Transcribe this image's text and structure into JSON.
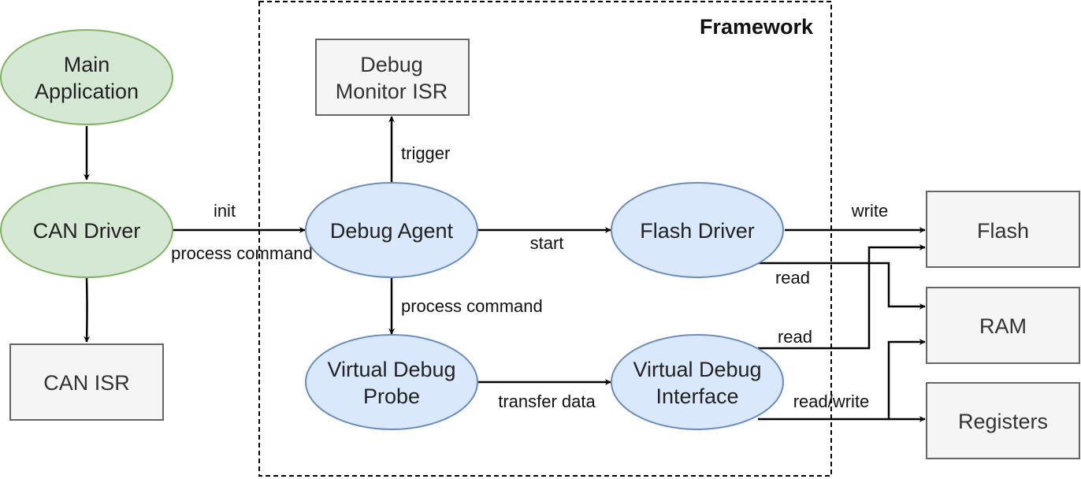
{
  "framework": {
    "title": "Framework"
  },
  "nodes": {
    "main_application": {
      "line1": "Main",
      "line2": "Application"
    },
    "can_driver": {
      "label": "CAN Driver"
    },
    "can_isr": {
      "label": "CAN ISR"
    },
    "debug_agent": {
      "label": "Debug Agent"
    },
    "debug_monitor_isr": {
      "line1": "Debug",
      "line2": "Monitor ISR"
    },
    "virtual_debug_probe": {
      "line1": "Virtual Debug",
      "line2": "Probe"
    },
    "flash_driver": {
      "label": "Flash Driver"
    },
    "virtual_debug_interface": {
      "line1": "Virtual Debug",
      "line2": "Interface"
    },
    "flash": {
      "label": "Flash"
    },
    "ram": {
      "label": "RAM"
    },
    "registers": {
      "label": "Registers"
    }
  },
  "edges": {
    "init": "init",
    "process_command_1": "process command",
    "trigger": "trigger",
    "start": "start",
    "process_command_2": "process command",
    "transfer_data": "transfer data",
    "write": "write",
    "read_flash_driver": "read",
    "read_interface": "read",
    "read_write": "read/write"
  },
  "colors": {
    "green_fill": "#d5e8d4",
    "green_stroke": "#82b366",
    "blue_fill": "#dae8fc",
    "blue_stroke": "#6c8ebf",
    "grey_fill": "#f5f5f5",
    "grey_stroke": "#666666"
  }
}
